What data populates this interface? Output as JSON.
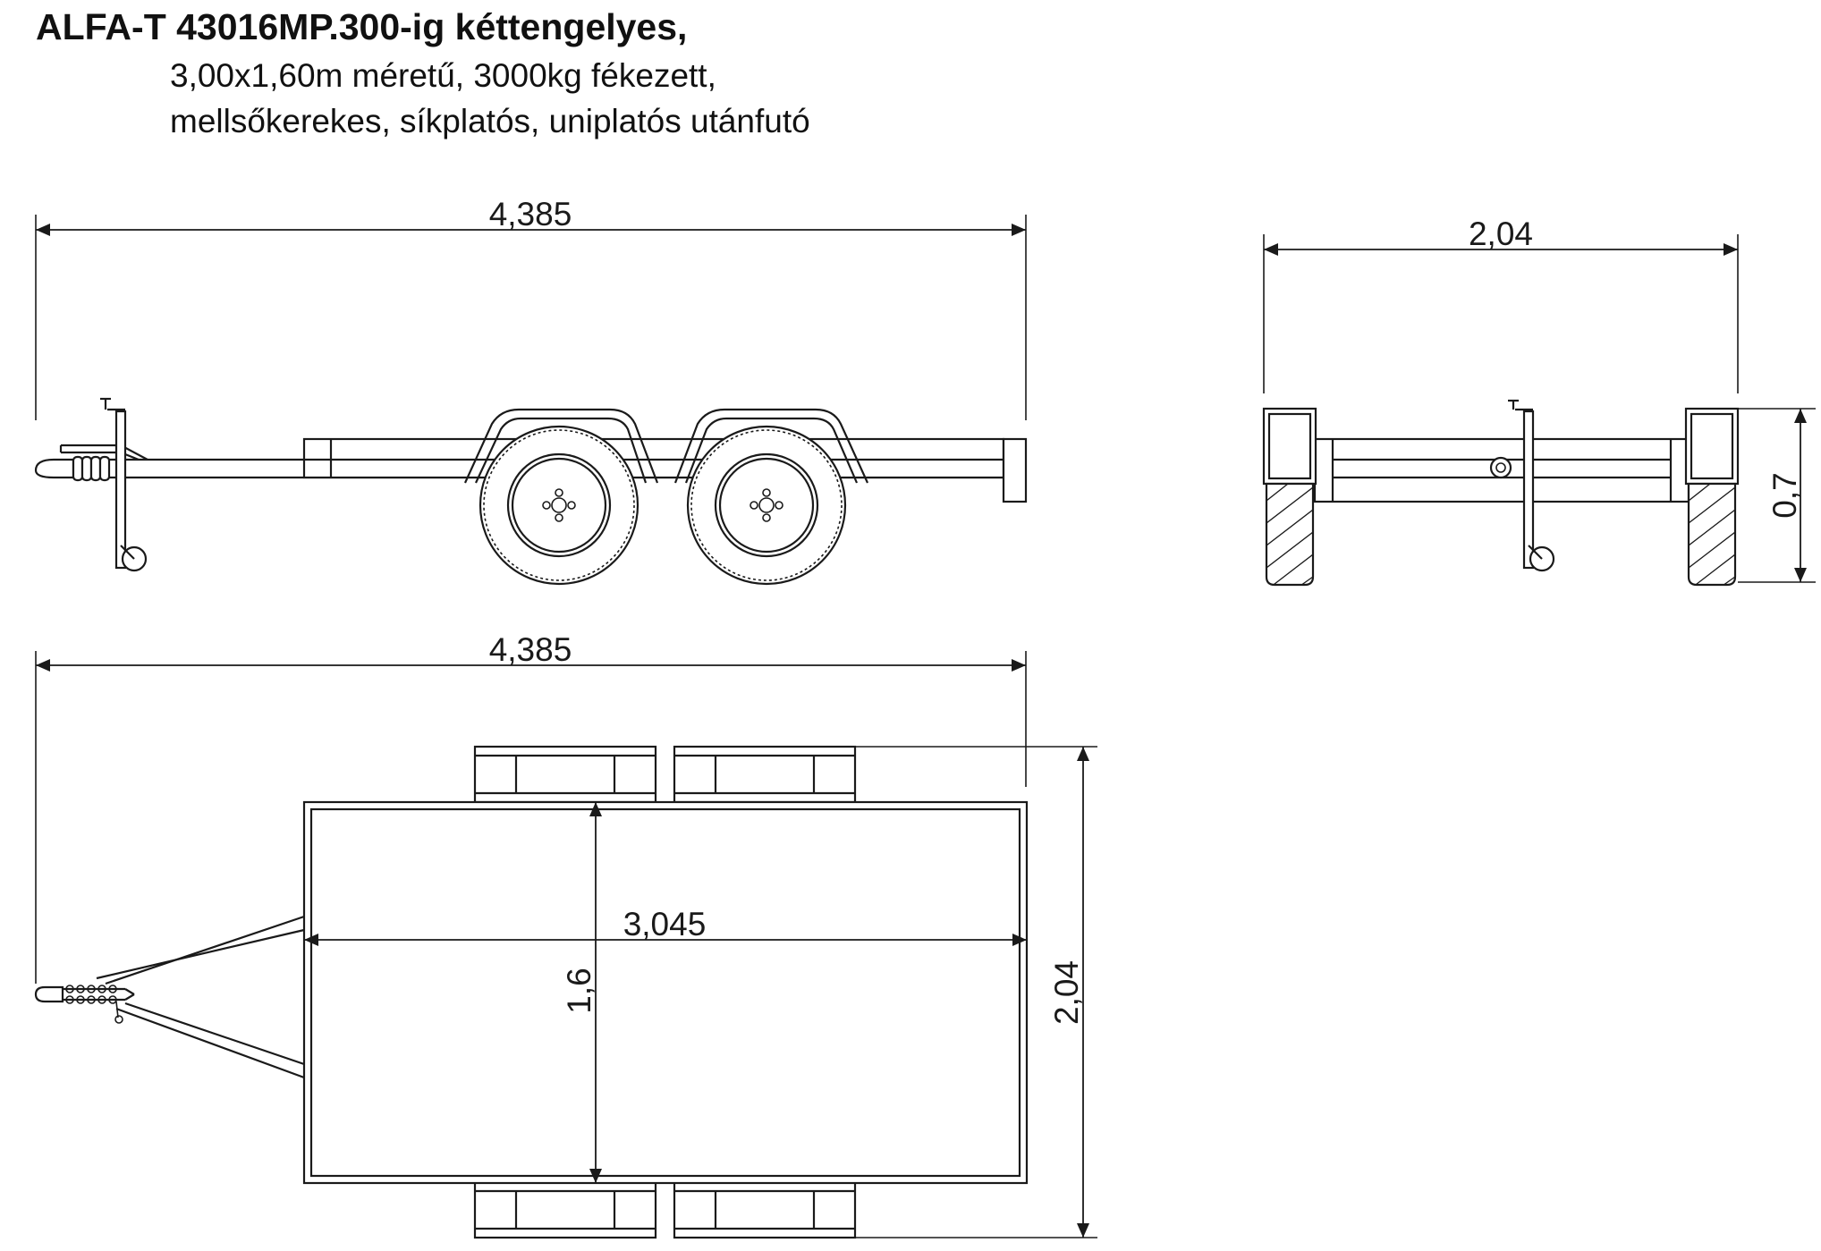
{
  "title": {
    "line1": "ALFA-T 43016MP.300-ig kéttengelyes,",
    "line2": "3,00x1,60m méretű, 3000kg fékezett,",
    "line3": "mellsőkerekes, síkplatós, uniplatós utánfutó"
  },
  "dimensions": {
    "side_length": "4,385",
    "front_width": "2,04",
    "front_height": "0,7",
    "top_length": "4,385",
    "platform_length": "3,045",
    "platform_width": "1,6",
    "top_width": "2,04"
  }
}
